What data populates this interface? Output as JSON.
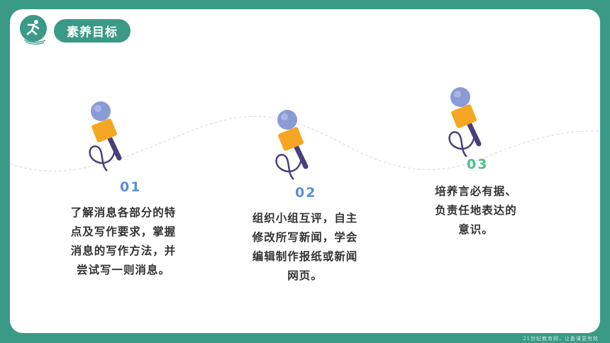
{
  "header": {
    "title": "素养目标",
    "logo_icon": "runner-icon"
  },
  "items": [
    {
      "number": "01",
      "color": "#5b8fd9",
      "text": "了解消息各部分的特\n点及写作要求，掌握\n消息的写作方法，并\n尝试写一则消息。"
    },
    {
      "number": "02",
      "color": "#5b8fd9",
      "text": "组织小组互评，自主\n修改所写新闻，学会\n编辑制作报纸或新闻\n网页。"
    },
    {
      "number": "03",
      "color": "#4cbf8f",
      "text": "培养言必有据、\n负责任地表达的\n意识。"
    }
  ],
  "footer": {
    "watermark": "21世纪教育网，让备课更有效"
  },
  "colors": {
    "brand": "#3a9a86",
    "mic_body": "#f5a623",
    "mic_head": "#8a9bd6",
    "mic_handle": "#4a3f7a"
  }
}
